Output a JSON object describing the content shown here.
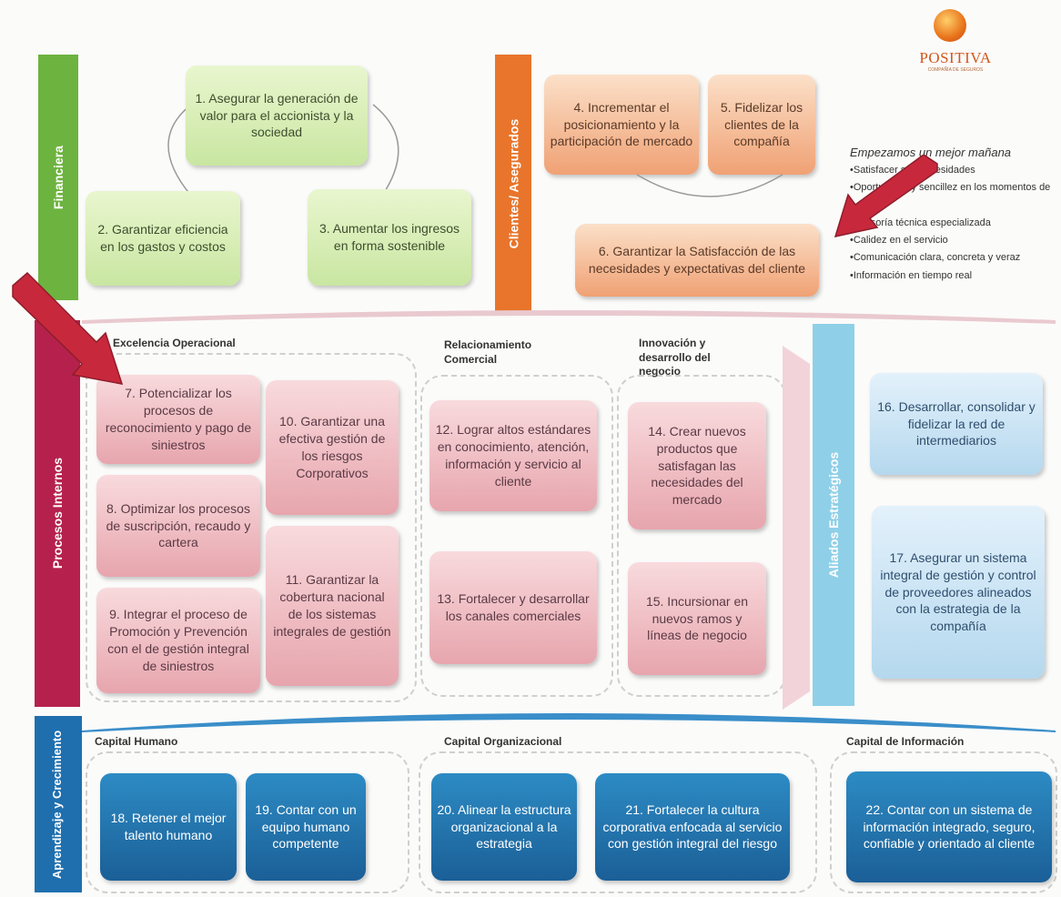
{
  "logo": {
    "text": "POSITIVA",
    "sub": "COMPAÑÍA DE SEGUROS"
  },
  "perspectives": {
    "financiera": "Financiera",
    "clientes": "Clientes/ Asegurados",
    "procesos": "Procesos Internos",
    "aliados": "Aliados Estratégicos",
    "aprendizaje": "Aprendizaje y Crecimiento"
  },
  "objectives": {
    "o1": "1. Asegurar la generación de valor para el accionista y la sociedad",
    "o2": "2. Garantizar eficiencia en los gastos y costos",
    "o3": "3. Aumentar los ingresos en forma sostenible",
    "o4": "4. Incrementar el posicionamiento y la participación de mercado",
    "o5": "5. Fidelizar los clientes de la compañía",
    "o6": "6. Garantizar la Satisfacción de las necesidades y expectativas del cliente",
    "o7": "7. Potencializar los procesos de reconocimiento y pago de siniestros",
    "o8": "8. Optimizar los procesos de suscripción, recaudo y cartera",
    "o9": "9. Integrar el proceso de Promoción y Prevención con el de gestión integral de siniestros",
    "o10": "10. Garantizar una efectiva gestión de los riesgos Corporativos",
    "o11": "11. Garantizar la cobertura nacional de los sistemas integrales de gestión",
    "o12": "12. Lograr altos estándares en conocimiento, atención, información y servicio al cliente",
    "o13": "13. Fortalecer y desarrollar los canales comerciales",
    "o14": "14. Crear nuevos productos que satisfagan las necesidades del mercado",
    "o15": "15. Incursionar en nuevos ramos y líneas de negocio",
    "o16": "16. Desarrollar, consolidar y fidelizar la red de intermediarios",
    "o17": "17. Asegurar un sistema integral de gestión y control de proveedores alineados con la estrategia de la compañía",
    "o18": "18. Retener el mejor talento humano",
    "o19": "19. Contar con un equipo humano competente",
    "o20": "20. Alinear la estructura organizacional a la estrategia",
    "o21": "21. Fortalecer la cultura corporativa enfocada al servicio con gestión integral del riesgo",
    "o22": "22. Contar con un sistema de información integrado, seguro, confiable y orientado al cliente"
  },
  "groups": {
    "excelencia": "Excelencia Operacional",
    "relacionamiento": "Relacionamiento Comercial",
    "innovacion": "Innovación y desarrollo del negocio",
    "capital_humano": "Capital Humano",
    "capital_org": "Capital Organizacional",
    "capital_info": "Capital de Información"
  },
  "tagline": "Empezamos un mejor mañana",
  "value_prop": [
    "•Satisfacer sus necesidades",
    "•Oportunidad y sencillez en los momentos de verdad",
    "•Asesoría técnica especializada",
    "•Calidez en el servicio",
    "•Comunicación clara, concreta y veraz",
    "•Información en tiempo real"
  ],
  "colors": {
    "financiera": "#6db33f",
    "clientes": "#e8752b",
    "procesos": "#b5214c",
    "aliados": "#8fd0e8",
    "aprendizaje": "#1f6fae",
    "arrow": "#c8283c"
  }
}
